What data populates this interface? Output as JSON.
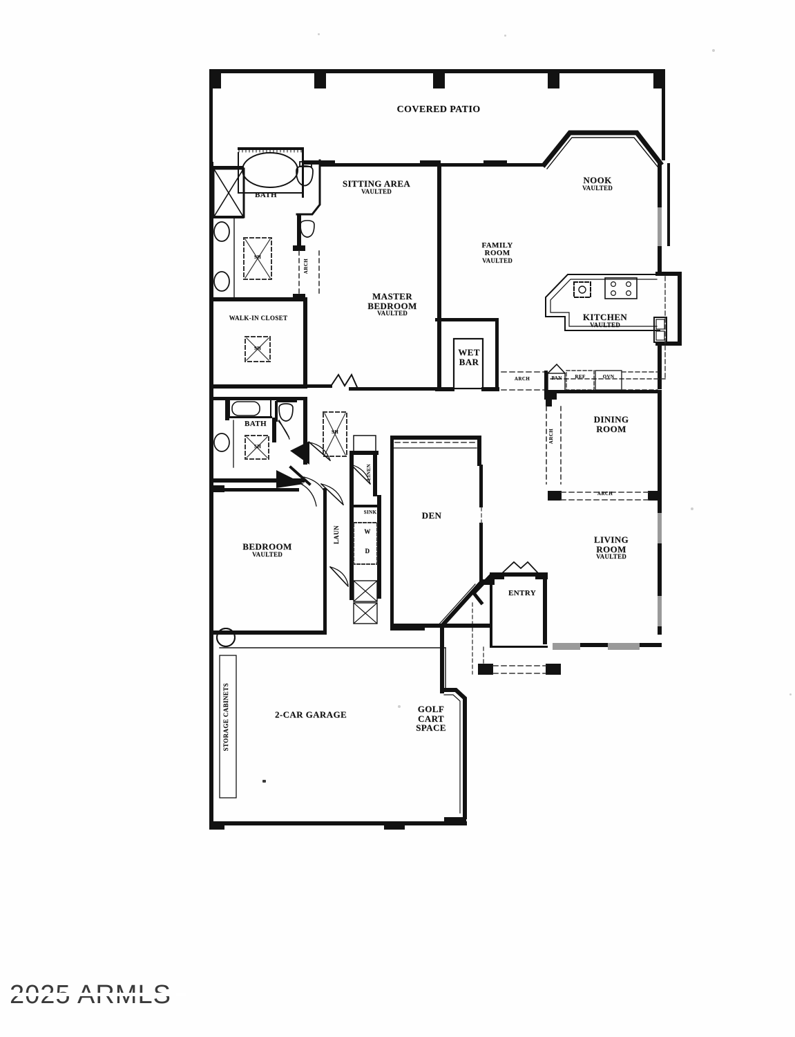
{
  "document": {
    "type": "residential-floor-plan",
    "watermark": "2025 ARMLS",
    "background_color": "#ffffff",
    "line_color": "#121212"
  },
  "rooms": [
    {
      "id": "covered-patio",
      "name": "COVERED PATIO",
      "sub": ""
    },
    {
      "id": "sitting-area",
      "name": "SITTING AREA",
      "sub": "VAULTED"
    },
    {
      "id": "nook",
      "name": "NOOK",
      "sub": "VAULTED"
    },
    {
      "id": "family-room",
      "name": "FAMILY\nROOM",
      "line1": "FAMILY",
      "line2": "ROOM",
      "sub": "VAULTED"
    },
    {
      "id": "kitchen",
      "name": "KITCHEN",
      "sub": "VAULTED"
    },
    {
      "id": "master-bedroom",
      "line1": "MASTER",
      "line2": "BEDROOM",
      "sub": "VAULTED"
    },
    {
      "id": "master-bath",
      "name": "BATH",
      "sub": ""
    },
    {
      "id": "walk-in-closet",
      "name": "WALK-IN CLOSET",
      "sub": ""
    },
    {
      "id": "wet-bar",
      "line1": "WET",
      "line2": "BAR",
      "sub": ""
    },
    {
      "id": "dining-room",
      "line1": "DINING",
      "line2": "ROOM",
      "sub": ""
    },
    {
      "id": "living-room",
      "line1": "LIVING",
      "line2": "ROOM",
      "sub": "VAULTED"
    },
    {
      "id": "second-bath",
      "name": "BATH",
      "sub": ""
    },
    {
      "id": "bedroom",
      "name": "BEDROOM",
      "sub": "VAULTED"
    },
    {
      "id": "den",
      "name": "DEN",
      "sub": ""
    },
    {
      "id": "entry",
      "name": "ENTRY",
      "sub": ""
    },
    {
      "id": "garage",
      "name": "2-CAR GARAGE",
      "sub": ""
    },
    {
      "id": "golf-cart-space",
      "line1": "GOLF",
      "line2": "CART",
      "line3": "SPACE",
      "sub": ""
    }
  ],
  "annotations": {
    "arch_master": "ARCH",
    "arch_wetbar": "ARCH",
    "arch_dining_left": "ARCH",
    "arch_dining_bottom": "ARCH",
    "pantry": "PAN",
    "refrigerator": "REF",
    "oven": "OVN",
    "laundry": "LAUN",
    "linen": "LINEN",
    "sink": "SINK",
    "washer": "W",
    "dryer": "D",
    "storage_cabinets": "STORAGE CABINETS",
    "closet_shelf_1": "SH",
    "closet_shelf_2": "SH",
    "closet_shelf_3": "SH",
    "closet_shelf_4": "SH"
  },
  "fixtures": [
    {
      "id": "master-tub",
      "type": "oval-tub"
    },
    {
      "id": "master-shower",
      "type": "shower-x"
    },
    {
      "id": "master-toilet-1",
      "type": "toilet"
    },
    {
      "id": "master-toilet-2",
      "type": "toilet"
    },
    {
      "id": "master-sink-1",
      "type": "sink-oval"
    },
    {
      "id": "master-sink-2",
      "type": "sink-oval"
    },
    {
      "id": "guest-tub",
      "type": "rect-tub"
    },
    {
      "id": "guest-toilet",
      "type": "toilet"
    },
    {
      "id": "guest-sink",
      "type": "sink-oval"
    },
    {
      "id": "kitchen-island-sink",
      "type": "sink-square"
    },
    {
      "id": "kitchen-cooktop",
      "type": "cooktop-4burner"
    },
    {
      "id": "kitchen-double-oven",
      "type": "double-oven"
    },
    {
      "id": "garage-sink",
      "type": "utility-circle"
    },
    {
      "id": "bedroom-circle",
      "type": "utility-circle"
    }
  ]
}
